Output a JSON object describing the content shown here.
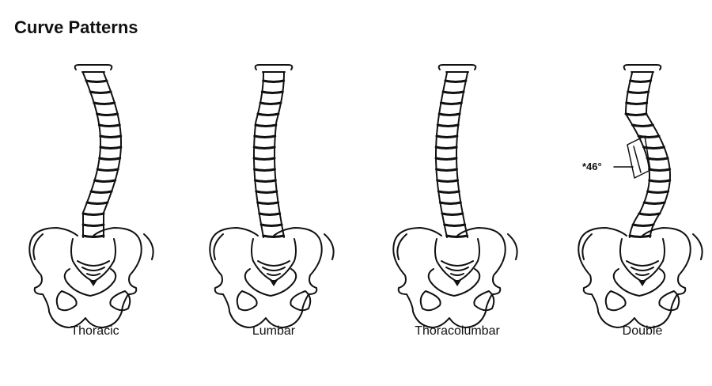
{
  "title": "Curve Patterns",
  "figures": [
    {
      "label": "Thoracic"
    },
    {
      "label": "Lumbar"
    },
    {
      "label": "Thoracolumbar"
    },
    {
      "label": "Double",
      "annotation": "*46°"
    }
  ]
}
